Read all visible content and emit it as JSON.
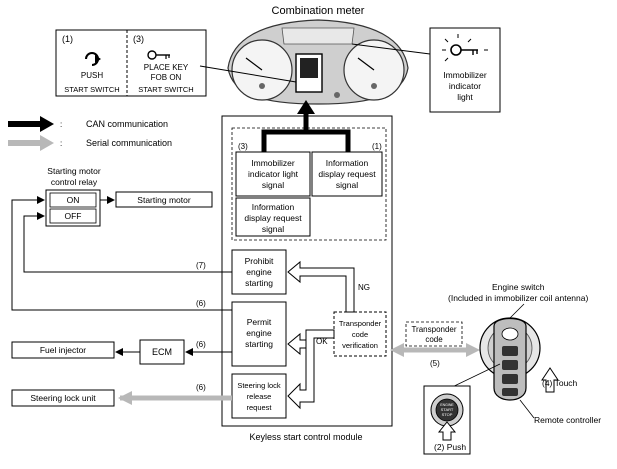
{
  "meter": {
    "title": "Combination meter",
    "panel_left_num": "(1)",
    "panel_left_text": "PUSH",
    "panel_left_sub": "START SWITCH",
    "panel_right_num": "(3)",
    "panel_right_text1": "PLACE KEY",
    "panel_right_text2": "FOB ON",
    "panel_right_sub": "START SWITCH",
    "indicator_label": [
      "Immobilizer",
      "indicator",
      "light"
    ]
  },
  "legend": {
    "can": "CAN communication",
    "serial": "Serial communication"
  },
  "module": {
    "label": "Keyless start control module",
    "immob_num": "(3)",
    "immob_signal": [
      "Immobilizer",
      "indicator light",
      "signal"
    ],
    "info_num": "(1)",
    "info_signal": [
      "Information",
      "display request",
      "signal"
    ],
    "info_signal2": [
      "Information",
      "display request",
      "signal"
    ],
    "prohibit": [
      "Prohibit",
      "engine",
      "starting"
    ],
    "permit": [
      "Permit",
      "engine",
      "starting"
    ],
    "steering_release": [
      "Steering lock",
      "release",
      "request"
    ],
    "transponder_verify": [
      "Transponder",
      "code",
      "verification"
    ],
    "ng": "NG",
    "ok": "OK"
  },
  "relay": {
    "title": [
      "Starting motor",
      "control relay"
    ],
    "on": "ON",
    "off": "OFF"
  },
  "components": {
    "starting_motor": "Starting motor",
    "fuel_injector": "Fuel injector",
    "ecm": "ECM",
    "steering_lock": "Steering lock unit"
  },
  "step_labels": {
    "s7": "(7)",
    "s6a": "(6)",
    "s6b": "(6)",
    "s6c": "(6)",
    "s5": "(5)",
    "s4": "(4) Touch",
    "s2": "(2) Push"
  },
  "right_side": {
    "transponder_code": [
      "Transponder",
      "code"
    ],
    "engine_switch": [
      "Engine switch",
      "(Included in immobilizer coil antenna)"
    ],
    "remote": "Remote controller",
    "start_stop": [
      "ENGINE",
      "START",
      "STOP"
    ]
  },
  "colors": {
    "can_arrow": "#000000",
    "serial_arrow": "#b8b8b8"
  }
}
